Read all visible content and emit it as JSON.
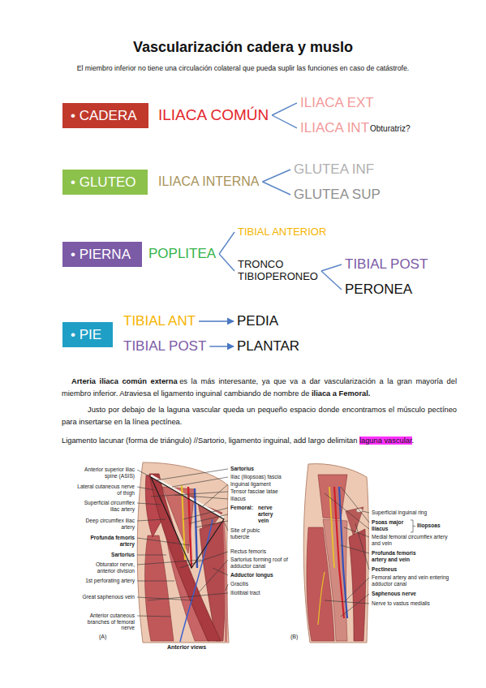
{
  "diagram": {
    "title": "Vascularización cadera y muslo",
    "nodes": [
      {
        "text": [
          "• CADERA"
        ]
      },
      {
        "text": [
          "ILIACA COMÚN"
        ]
      },
      {
        "text": [
          "ILIACA EXT"
        ]
      },
      {
        "text": [
          "ILIACA INT"
        ]
      },
      {
        "text": [
          "• GLUTEO"
        ]
      },
      {
        "text": [
          "ILIACA INTERNA"
        ]
      },
      {
        "text": [
          "GLUTEA INF"
        ]
      },
      {
        "text": [
          "GLUTEA SUP"
        ]
      },
      {
        "text": [
          "• PIERNA"
        ]
      },
      {
        "text": [
          "POPLITEA"
        ]
      },
      {
        "text": [
          "TIBIAL ANTERIOR"
        ]
      },
      {
        "text": [
          "TRONCO TIBIOPERONEO"
        ]
      },
      {
        "text": [
          "TIBIAL POST"
        ]
      },
      {
        "text": [
          "PERONEA"
        ]
      },
      {
        "text": [
          "• PIE"
        ]
      },
      {
        "text": [
          "TIBIAL ANT"
        ]
      },
      {
        "text": [
          "PEDIA"
        ]
      },
      {
        "text": [
          "TIBIAL POST"
        ]
      },
      {
        "text": [
          "PLANTAR"
        ]
      }
    ],
    "edges": [
      {
        "from": 1,
        "to": 2,
        "arrow": "none"
      },
      {
        "from": 1,
        "to": 3,
        "arrow": "none"
      },
      {
        "from": 5,
        "to": 6,
        "arrow": "none"
      },
      {
        "from": 5,
        "to": 7,
        "arrow": "none"
      },
      {
        "from": 9,
        "to": 10,
        "arrow": "none"
      },
      {
        "from": 9,
        "to": 11,
        "arrow": "none"
      },
      {
        "from": 11,
        "to": 12,
        "arrow": "none"
      },
      {
        "from": 11,
        "to": 13,
        "arrow": "none"
      },
      {
        "from": 15,
        "to": 16,
        "arrow": "to"
      },
      {
        "from": 17,
        "to": 18,
        "arrow": "to"
      }
    ],
    "labels": [
      "El miembro inferior no tiene una circulación colateral que pueda suplir las funciones en caso de catástrofe.",
      "Obturatriz?",
      "Arteria iliaca común externa",
      "es la más interesante, ya que va a dar vascularización a la gran mayoría del miembro inferior. Atraviesa el ligamento inguinal cambiando de nombre de",
      "iliaca a Femoral.",
      "Justo por debajo de la laguna vascular queda un pequeño espacio donde encontramos el músculo pectíneo para insertarse en la línea pectínea.",
      "Ligamento lacunar (forma de triángulo) //Sartorio, ligamento inguinal, add largo delimitan",
      "laguna vascular",
      ".",
      "Anterior superior iliac spine (ASIS)",
      "Lateral cutaneous nerve of thigh",
      "Superficial circumflex iliac artery",
      "Deep circumflex iliac artery",
      "Profunda femoris artery",
      "Sartorius",
      "Obturator nerve, anterior division",
      "1st perforating artery",
      "Great saphenous vein",
      "Anterior cutaneous branches of femoral nerve",
      "Sartorius",
      "Iliac (iliopsoas) fascia",
      "Inguinal ligament",
      "Tensor fasciae latae",
      "Iliacus",
      "Femoral:",
      "nerve",
      "artery",
      "vein",
      "Site of pubic tubercle",
      "Rectus femoris",
      "Sartorius forming roof of adductor canal",
      "Adductor longus",
      "Gracilis",
      "Iliotibial tract",
      "Superficial inguinal ring",
      "Psoas major",
      "Iliacus",
      "Iliopsoas",
      "Medial femoral circumflex artery and vein",
      "Profunda femoris artery and vein",
      "Pectineus",
      "Femoral artery and vein entering adductor canal",
      "Saphenous nerve",
      "Nerve to vastus medialis",
      "(A)",
      "Anterior views",
      "(B)"
    ]
  }
}
